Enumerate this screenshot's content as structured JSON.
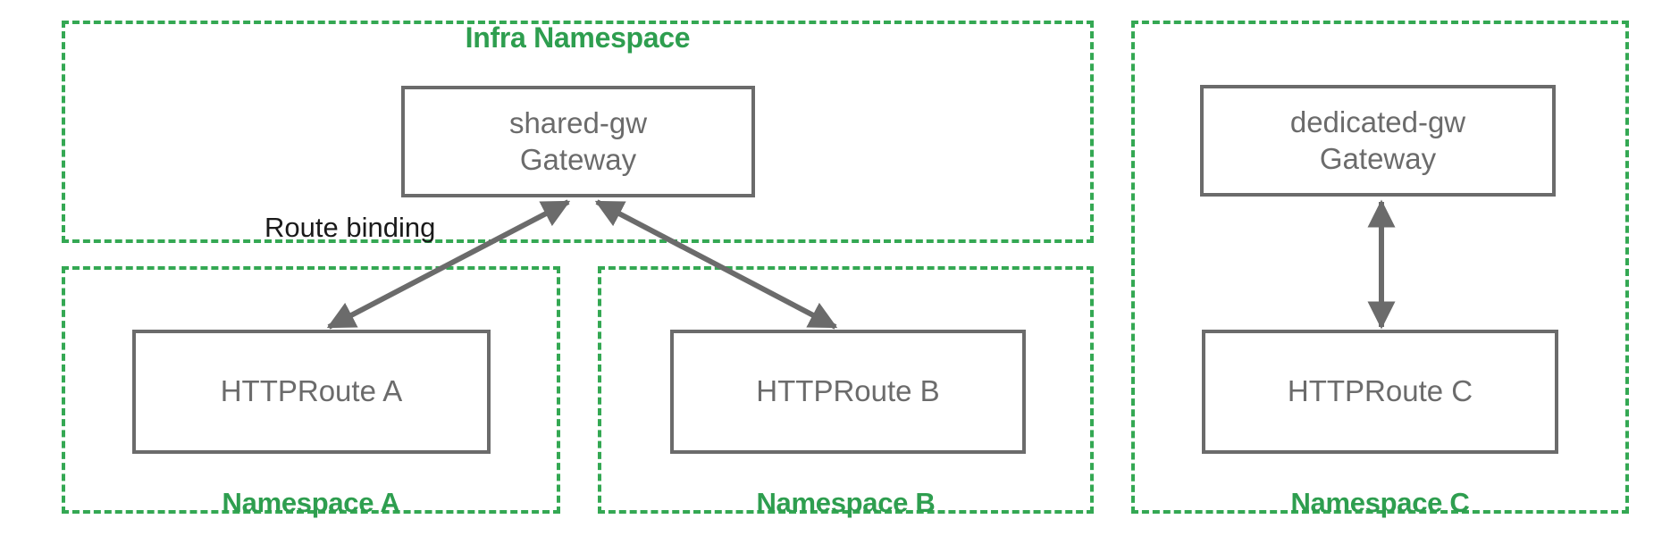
{
  "diagram": {
    "title": "Gateway API route binding across namespaces",
    "colors": {
      "namespace_border": "#34a853",
      "namespace_label": "#2e9e4f",
      "resource_border": "#6b6b6b",
      "resource_text": "#6b6b6b",
      "edge_stroke": "#6b6b6b",
      "edge_label": "#1a1a1a",
      "background": "#ffffff"
    },
    "namespaces": [
      {
        "id": "infra",
        "label": "Infra Namespace",
        "label_position": "top"
      },
      {
        "id": "ns-a",
        "label": "Namespace A",
        "label_position": "bottom"
      },
      {
        "id": "ns-b",
        "label": "Namespace B",
        "label_position": "bottom"
      },
      {
        "id": "ns-c",
        "label": "Namespace C",
        "label_position": "bottom"
      }
    ],
    "resources": [
      {
        "id": "shared-gw",
        "name": "shared-gw",
        "kind": "Gateway",
        "label": "shared-gw\nGateway",
        "namespace": "infra"
      },
      {
        "id": "dedicated-gw",
        "name": "dedicated-gw",
        "kind": "Gateway",
        "label": "dedicated-gw\nGateway",
        "namespace": "ns-c"
      },
      {
        "id": "route-a",
        "name": "HTTPRoute A",
        "kind": "HTTPRoute",
        "label": "HTTPRoute A",
        "namespace": "ns-a"
      },
      {
        "id": "route-b",
        "name": "HTTPRoute B",
        "kind": "HTTPRoute",
        "label": "HTTPRoute B",
        "namespace": "ns-b"
      },
      {
        "id": "route-c",
        "name": "HTTPRoute C",
        "kind": "HTTPRoute",
        "label": "HTTPRoute C",
        "namespace": "ns-c"
      }
    ],
    "edges": [
      {
        "id": "edge-a",
        "from": "route-a",
        "to": "shared-gw",
        "arrows": "both",
        "label": "Route binding"
      },
      {
        "id": "edge-b",
        "from": "route-b",
        "to": "shared-gw",
        "arrows": "both",
        "label": ""
      },
      {
        "id": "edge-c",
        "from": "route-c",
        "to": "dedicated-gw",
        "arrows": "both",
        "label": ""
      }
    ],
    "edge_labels": [
      {
        "id": "route-binding",
        "text": "Route binding"
      }
    ]
  }
}
